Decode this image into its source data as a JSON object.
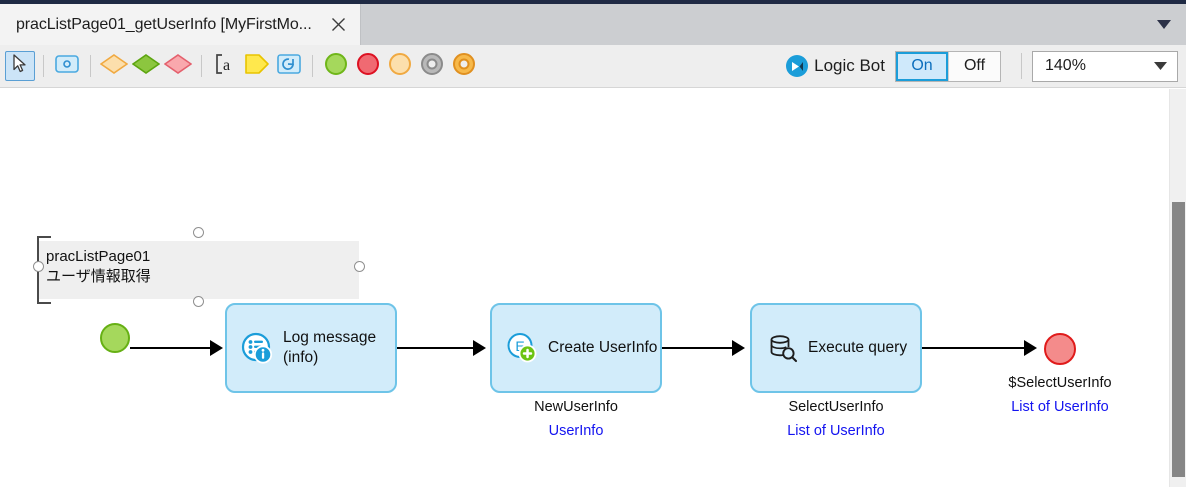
{
  "tabbar": {
    "tab_label": "pracListPage01_getUserInfo [MyFirstMo...",
    "close_icon": "close-icon",
    "overflow_icon": "chevron-down-icon"
  },
  "toolbar": {
    "tools": [
      {
        "name": "select-pointer-tool",
        "icon": "cursor-arrow-icon",
        "selected": true
      },
      {
        "name": "activity-tool",
        "icon": "rounded-rect-icon",
        "selected": false
      },
      {
        "name": "decision-orange-tool",
        "icon": "diamond-orange-icon",
        "selected": false
      },
      {
        "name": "decision-green-tool",
        "icon": "diamond-green-icon",
        "selected": false
      },
      {
        "name": "decision-red-tool",
        "icon": "diamond-red-icon",
        "selected": false
      },
      {
        "name": "annotation-tool",
        "icon": "text-annotation-icon",
        "selected": false
      },
      {
        "name": "parameter-tool",
        "icon": "yellow-pennant-icon",
        "selected": false
      },
      {
        "name": "loop-tool",
        "icon": "loop-refresh-icon",
        "selected": false
      },
      {
        "name": "start-event-tool",
        "icon": "circle-green-icon",
        "selected": false
      },
      {
        "name": "end-event-tool",
        "icon": "circle-red-icon",
        "selected": false
      },
      {
        "name": "continue-event-tool",
        "icon": "circle-orange-icon",
        "selected": false
      },
      {
        "name": "break-event-tool",
        "icon": "donut-gray-icon",
        "selected": false
      },
      {
        "name": "error-event-tool",
        "icon": "donut-orange-icon",
        "selected": false
      }
    ],
    "logic_bot": {
      "icon": "logic-bot-icon",
      "label": "Logic Bot",
      "on_label": "On",
      "off_label": "Off",
      "state": "On"
    },
    "zoom": {
      "value": "140%",
      "chevron_icon": "chevron-down-icon"
    }
  },
  "canvas": {
    "annotation": {
      "title": "pracListPage01",
      "subtitle": "ユーザ情報取得",
      "text": "pracListPage01\nユーザ情報取得"
    },
    "start_event": {
      "name": "start-event",
      "color": "#a5d85c"
    },
    "end_event": {
      "name": "end-event",
      "color": "#f48b8b",
      "caption": "$SelectUserInfo",
      "type": "List of UserInfo"
    },
    "nodes": [
      {
        "name": "log-message-activity",
        "icon": "log-message-info-icon",
        "label": "Log message\n(info)",
        "caption": "",
        "type": ""
      },
      {
        "name": "create-object-activity",
        "icon": "create-object-icon",
        "label": "Create UserInfo",
        "caption": "NewUserInfo",
        "type": "UserInfo"
      },
      {
        "name": "execute-query-activity",
        "icon": "execute-query-icon",
        "label": "Execute query",
        "caption": "SelectUserInfo",
        "type": "List of UserInfo"
      }
    ]
  },
  "scrollbar": {
    "name": "vertical-scrollbar"
  }
}
